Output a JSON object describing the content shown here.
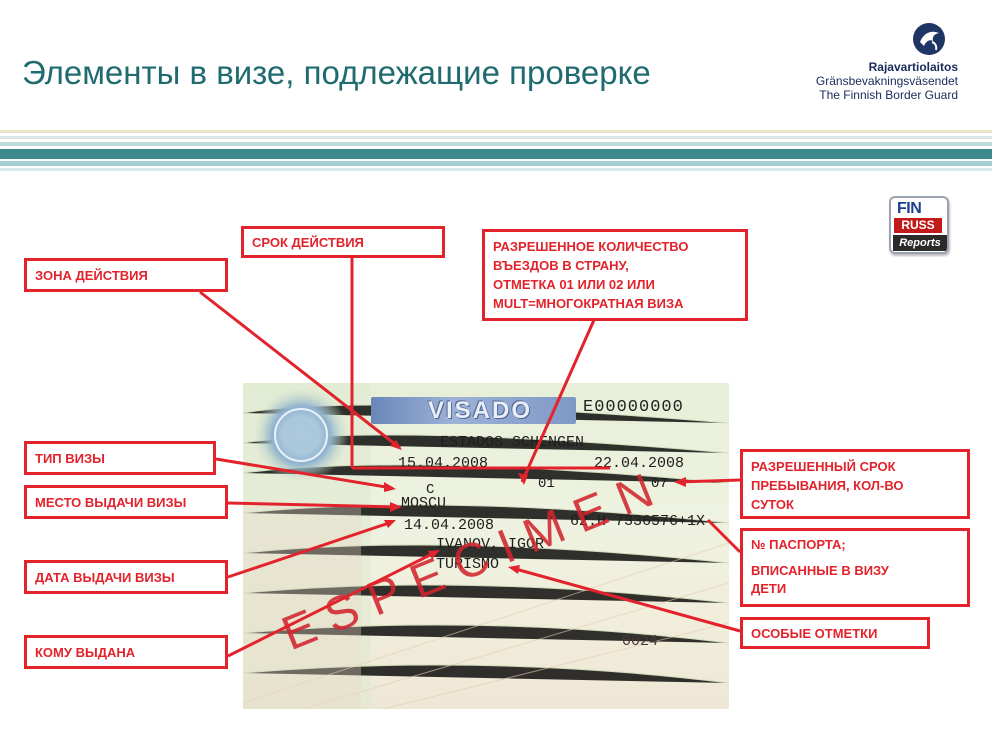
{
  "title": "Элементы в визе, подлежащие проверке",
  "org": {
    "line1": "Rajavartiolaitos",
    "line2": "Gränsbevakningsväsendet",
    "line3": "The Finnish Border Guard",
    "icon": "eagle-emblem-icon"
  },
  "badge": {
    "fin": "FIN",
    "russ": "RUSS",
    "reports": "Reports"
  },
  "colors": {
    "title": "#1f6b70",
    "callout": "#e3232c",
    "stripe_dark": "#3d8a8f",
    "stripe_light": "#a6cfd2"
  },
  "visa": {
    "banner": "VISADO",
    "serial": "E00000000",
    "area": "ESTADOS SCHENGEN",
    "valid_from": "15.04.2008",
    "valid_until": "22.04.2008",
    "entries": "01",
    "days": "07",
    "type": "C",
    "place": "MOSCU",
    "passport": "62.H 7336576+1X",
    "issue_date": "14.04.2008",
    "name": "IVANOV, IGOR",
    "remarks": "TURISMO",
    "number": "0024",
    "stamp": "ESPECIMEN"
  },
  "callouts": {
    "validity_zone": "ЗОНА ДЕЙСТВИЯ",
    "validity_period": "СРОК ДЕЙСТВИЯ",
    "entries": [
      "РАЗРЕШЕННОЕ КОЛИЧЕСТВО",
      "ВЪЕЗДОВ В СТРАНУ,",
      "ОТМЕТКА 01 ИЛИ 02 ИЛИ",
      "MULT=МНОГОКРАТНАЯ ВИЗА"
    ],
    "visa_type": "ТИП ВИЗЫ",
    "place_of_issue": "МЕСТО ВЫДАЧИ ВИЗЫ",
    "stay_duration": [
      "РАЗРЕШЕННЫЙ СРОК",
      "ПРЕБЫВАНИЯ, КОЛ-ВО",
      "СУТОК"
    ],
    "passport": [
      "№ ПАСПОРТА;",
      "",
      "ВПИСАННЫЕ В ВИЗУ",
      "ДЕТИ"
    ],
    "issue_date": "ДАТА ВЫДАЧИ ВИЗЫ",
    "remarks": "ОСОБЫЕ ОТМЕТКИ",
    "issued_to": "КОМУ ВЫДАНА"
  }
}
